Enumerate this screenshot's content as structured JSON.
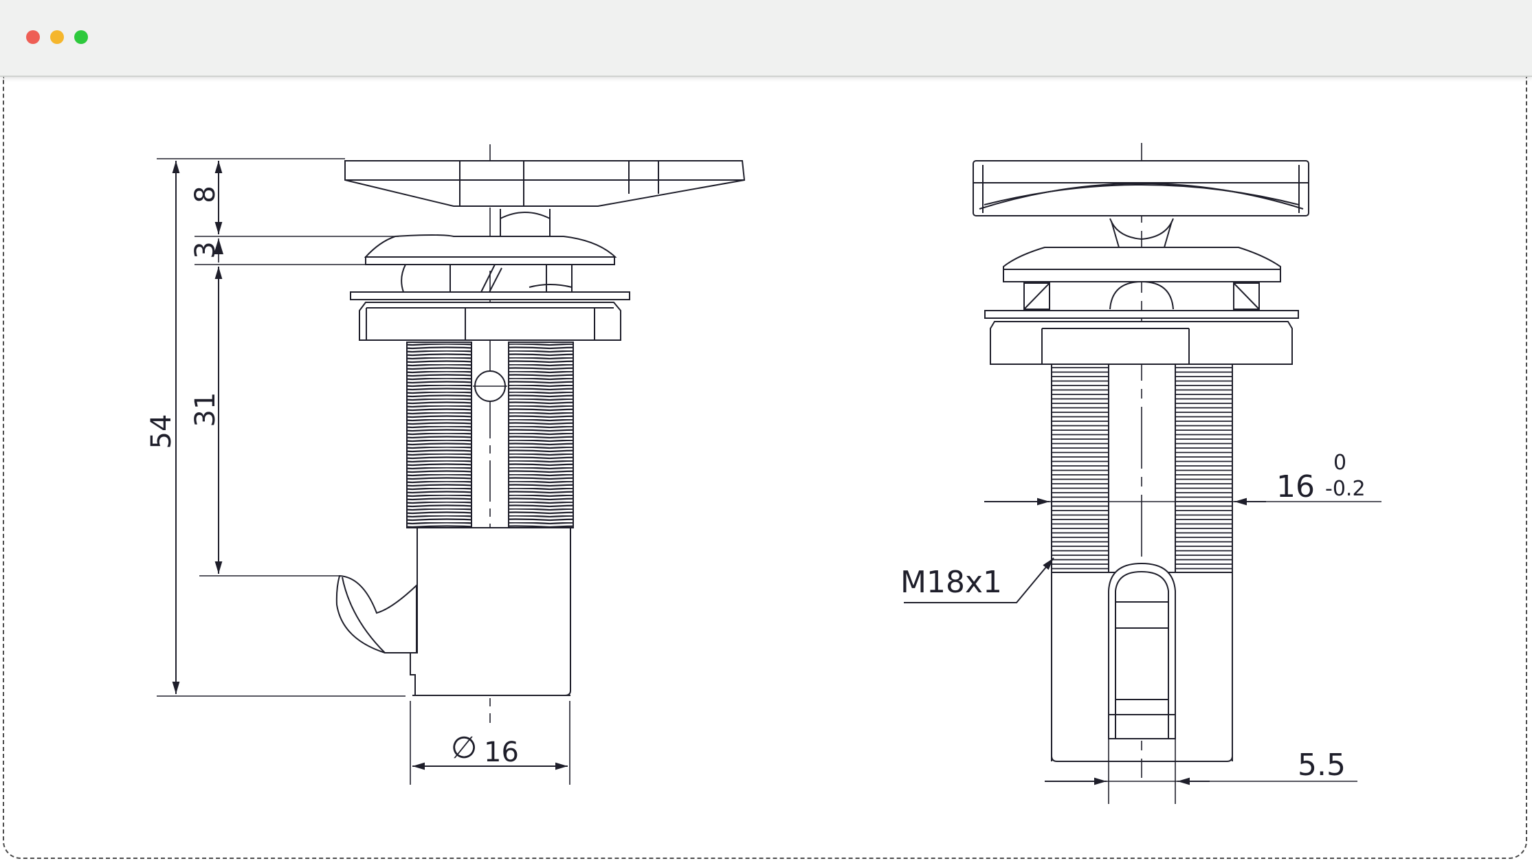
{
  "window": {
    "controls": [
      {
        "name": "close",
        "color": "#ee5e55"
      },
      {
        "name": "minimize",
        "color": "#f5b62c"
      },
      {
        "name": "maximize",
        "color": "#2dc93c"
      }
    ]
  },
  "left_view": {
    "dims": {
      "overall_height": "54",
      "handle_height": "8",
      "washer_height": "3",
      "body_height": "31",
      "diameter_value": "16",
      "diameter_symbol": "∅"
    }
  },
  "right_view": {
    "dims": {
      "flat_width": "16",
      "tolerance_upper": "0",
      "tolerance_lower": "-0.2",
      "thread": "M18x1",
      "slot_width": "5.5"
    }
  },
  "colors": {
    "line": "#1e1e2a",
    "titlebar": "#f0f1f0"
  }
}
